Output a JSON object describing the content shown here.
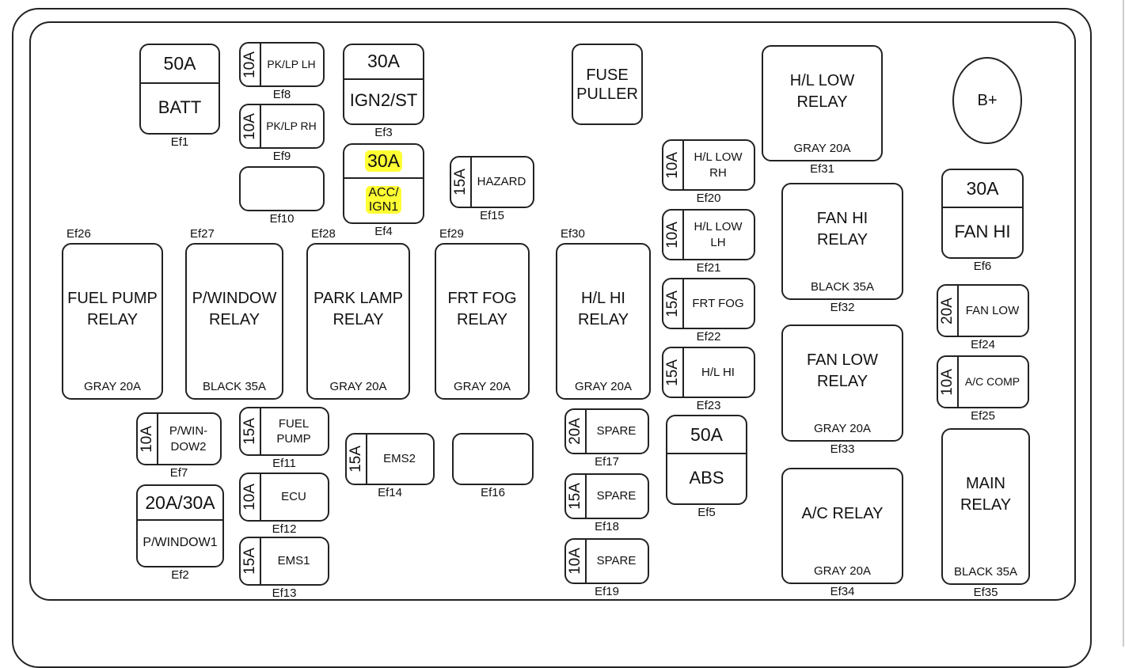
{
  "terminal": "B+",
  "fuse_puller": "FUSE\nPULLER",
  "highlight_color": "#ffff33",
  "fuses": [
    {
      "id": "Ef1",
      "type": "big",
      "amp": "50A",
      "name": "BATT"
    },
    {
      "id": "Ef2",
      "type": "big",
      "amp": "20A/30A",
      "name": "P/WINDOW1"
    },
    {
      "id": "Ef3",
      "type": "big",
      "amp": "30A",
      "name": "IGN2/ST"
    },
    {
      "id": "Ef4",
      "type": "big",
      "amp": "30A",
      "name": "ACC/\nIGN1",
      "highlighted": true
    },
    {
      "id": "Ef5",
      "type": "big",
      "amp": "50A",
      "name": "ABS"
    },
    {
      "id": "Ef6",
      "type": "big",
      "amp": "30A",
      "name": "FAN HI"
    },
    {
      "id": "Ef7",
      "type": "mini",
      "amp": "10A",
      "name": "P/WIN-\nDOW2"
    },
    {
      "id": "Ef8",
      "type": "mini",
      "amp": "10A",
      "name": "PK/LP LH"
    },
    {
      "id": "Ef9",
      "type": "mini",
      "amp": "10A",
      "name": "PK/LP RH"
    },
    {
      "id": "Ef10",
      "type": "empty"
    },
    {
      "id": "Ef11",
      "type": "mini",
      "amp": "15A",
      "name": "FUEL\nPUMP"
    },
    {
      "id": "Ef12",
      "type": "mini",
      "amp": "10A",
      "name": "ECU"
    },
    {
      "id": "Ef13",
      "type": "mini",
      "amp": "15A",
      "name": "EMS1"
    },
    {
      "id": "Ef14",
      "type": "mini",
      "amp": "15A",
      "name": "EMS2"
    },
    {
      "id": "Ef15",
      "type": "mini",
      "amp": "15A",
      "name": "HAZARD"
    },
    {
      "id": "Ef16",
      "type": "empty"
    },
    {
      "id": "Ef17",
      "type": "mini",
      "amp": "20A",
      "name": "SPARE"
    },
    {
      "id": "Ef18",
      "type": "mini",
      "amp": "15A",
      "name": "SPARE"
    },
    {
      "id": "Ef19",
      "type": "mini",
      "amp": "10A",
      "name": "SPARE"
    },
    {
      "id": "Ef20",
      "type": "mini",
      "amp": "10A",
      "name": "H/L LOW\nRH"
    },
    {
      "id": "Ef21",
      "type": "mini",
      "amp": "10A",
      "name": "H/L LOW\nLH"
    },
    {
      "id": "Ef22",
      "type": "mini",
      "amp": "15A",
      "name": "FRT FOG"
    },
    {
      "id": "Ef23",
      "type": "mini",
      "amp": "15A",
      "name": "H/L HI"
    },
    {
      "id": "Ef24",
      "type": "mini",
      "amp": "20A",
      "name": "FAN LOW"
    },
    {
      "id": "Ef25",
      "type": "mini",
      "amp": "10A",
      "name": "A/C COMP"
    },
    {
      "id": "Ef26",
      "type": "relay",
      "name": "FUEL PUMP\nRELAY",
      "spec": "GRAY 20A"
    },
    {
      "id": "Ef27",
      "type": "relay",
      "name": "P/WINDOW\nRELAY",
      "spec": "BLACK 35A"
    },
    {
      "id": "Ef28",
      "type": "relay",
      "name": "PARK LAMP\nRELAY",
      "spec": "GRAY 20A"
    },
    {
      "id": "Ef29",
      "type": "relay",
      "name": "FRT FOG\nRELAY",
      "spec": "GRAY 20A"
    },
    {
      "id": "Ef30",
      "type": "relay",
      "name": "H/L HI\nRELAY",
      "spec": "GRAY 20A"
    },
    {
      "id": "Ef31",
      "type": "relay",
      "name": "H/L LOW\nRELAY",
      "spec": "GRAY 20A"
    },
    {
      "id": "Ef32",
      "type": "relay",
      "name": "FAN HI\nRELAY",
      "spec": "BLACK 35A"
    },
    {
      "id": "Ef33",
      "type": "relay",
      "name": "FAN LOW\nRELAY",
      "spec": "GRAY 20A"
    },
    {
      "id": "Ef34",
      "type": "relay",
      "name": "A/C RELAY",
      "spec": "GRAY 20A"
    },
    {
      "id": "Ef35",
      "type": "relay",
      "name": "MAIN\nRELAY",
      "spec": "BLACK 35A"
    }
  ]
}
